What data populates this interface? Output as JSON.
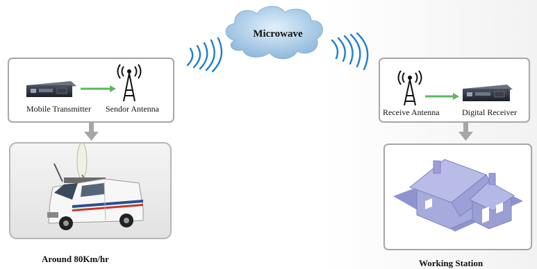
{
  "cloud": {
    "label": "Microwave"
  },
  "transmit_box": {
    "transmitter_label": "Mobile Transmitter",
    "antenna_label": "Sendor Antenna"
  },
  "receive_box": {
    "antenna_label": "Receive Antenna",
    "receiver_label": "Digital Receiver"
  },
  "captions": {
    "vehicle": "Around 80Km/hr",
    "station": "Working Station"
  },
  "colors": {
    "cloud_fill": "#b9d7f0",
    "signal_wave": "#1e7fd0",
    "flow_arrow": "#5cb85c",
    "down_arrow": "#a6a6a6",
    "box_border": "#a6a6a6",
    "house": "#9fa3d6"
  },
  "icons": [
    "antenna-icon",
    "rack-device-icon",
    "van-image",
    "house-image",
    "cloud-icon",
    "signal-wave-icon"
  ]
}
